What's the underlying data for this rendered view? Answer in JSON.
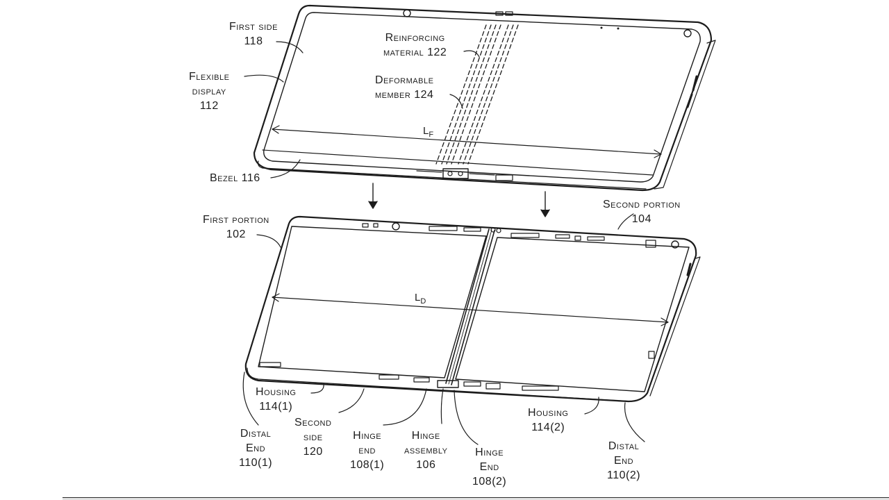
{
  "labels": {
    "first_side": [
      "First side",
      "118"
    ],
    "flexible_display": [
      "Flexible",
      "display",
      "112"
    ],
    "reinforcing_material": [
      "Reinforcing",
      "material 122"
    ],
    "deformable_member": [
      "Deformable",
      "member 124"
    ],
    "bezel": [
      "Bezel 116"
    ],
    "first_portion": [
      "First portion",
      "102"
    ],
    "second_portion": [
      "Second portion",
      "104"
    ],
    "housing_1": [
      "Housing",
      "114(1)"
    ],
    "second_side": [
      "Second",
      "side",
      "120"
    ],
    "distal_end_1": [
      "Distal",
      "End",
      "110(1)"
    ],
    "hinge_end_1": [
      "Hinge",
      "end",
      "108(1)"
    ],
    "hinge_assembly": [
      "Hinge",
      "assembly",
      "106"
    ],
    "hinge_end_2": [
      "Hinge",
      "End",
      "108(2)"
    ],
    "housing_2": [
      "Housing",
      "114(2)"
    ],
    "distal_end_2": [
      "Distal",
      "End",
      "110(2)"
    ]
  },
  "dimensions": {
    "lf": {
      "main": "L",
      "sub": "F"
    },
    "ld": {
      "main": "L",
      "sub": "D"
    }
  },
  "colors": {
    "ink": "#1c1c1c",
    "paper": "#ffffff"
  }
}
